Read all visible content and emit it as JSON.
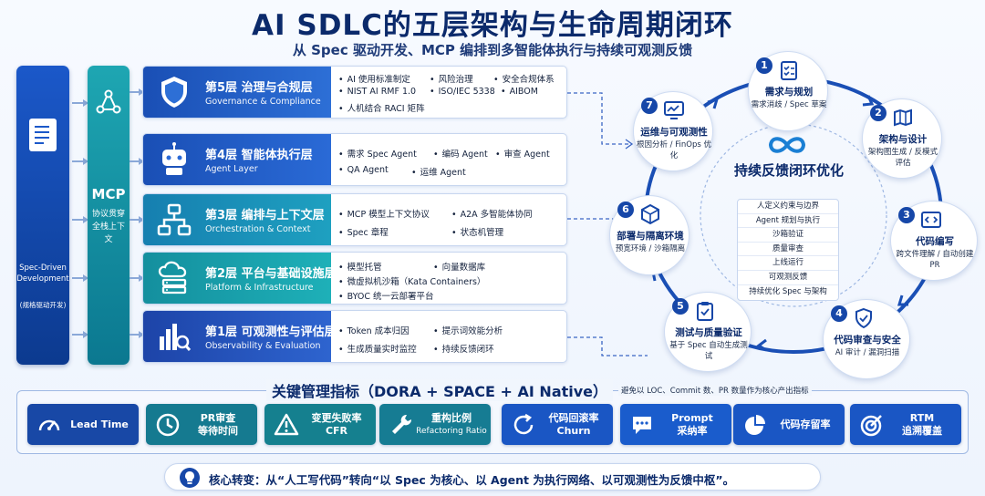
{
  "title": "AI SDLC的五层架构与生命周期闭环",
  "subtitle": "从 Spec 驱动开发、MCP 编排到多智能体执行与持续可观测反馈",
  "spec_bar": {
    "label_en": "Spec-Driven Development",
    "label_zh": "(规格驱动开发)",
    "icon": "document-icon"
  },
  "mcp_bar": {
    "label": "MCP",
    "desc": "协议贯穿全栈上下文",
    "icon": "network-icon"
  },
  "layers": [
    {
      "name": "第5层 治理与合规层",
      "sub": "Governance & Compliance",
      "icon": "shield-icon",
      "color": "#1a4fb5",
      "items": [
        "AI 使用标准制定",
        "风险治理",
        "安全合规体系",
        "NIST AI RMF 1.0",
        "ISO/IEC 5338",
        "AIBOM",
        "人机结合 RACI 矩阵"
      ]
    },
    {
      "name": "第4层 智能体执行层",
      "sub": "Agent Layer",
      "icon": "robot-icon",
      "color": "#1a56c4",
      "items": [
        "需求 Spec Agent",
        "编码 Agent",
        "审查 Agent",
        "QA Agent",
        "运维 Agent"
      ]
    },
    {
      "name": "第3层 编排与上下文层",
      "sub": "Orchestration & Context",
      "icon": "hierarchy-icon",
      "color": "#1a8fb0",
      "items": [
        "MCP 模型上下文协议",
        "A2A 多智能体协同",
        "Spec 章程",
        "状态机管理"
      ]
    },
    {
      "name": "第2层 平台与基础设施层",
      "sub": "Platform & Infrastructure",
      "icon": "cloud-server-icon",
      "color": "#169aa6",
      "items": [
        "模型托管",
        "向量数据库",
        "微虚拟机沙箱（Kata Containers）",
        "BYOC 统一云部署平台"
      ]
    },
    {
      "name": "第1层 可观测性与评估层",
      "sub": "Observability & Evaluation",
      "icon": "chart-search-icon",
      "color": "#2a4fb0",
      "items": [
        "Token 成本归因",
        "提示词效能分析",
        "生成质量实时监控",
        "持续反馈闭环"
      ]
    }
  ],
  "cycle": {
    "center_title": "持续反馈闭环优化",
    "center_icon": "infinity-icon",
    "center_items": [
      "人定义约束与边界",
      "Agent 规划与执行",
      "沙箱验证",
      "质量审查",
      "上线运行",
      "可观测反馈",
      "持续优化 Spec 与架构"
    ],
    "nodes": [
      {
        "num": "1",
        "title": "需求与规划",
        "desc": "需求消歧 / Spec 草案",
        "icon": "checklist-icon"
      },
      {
        "num": "2",
        "title": "架构与设计",
        "desc": "架构图生成 / 反模式评估",
        "icon": "blueprint-icon"
      },
      {
        "num": "3",
        "title": "代码编写",
        "desc": "跨文件理解 / 自动创建 PR",
        "icon": "code-icon"
      },
      {
        "num": "4",
        "title": "代码审查与安全",
        "desc": "AI 审计 / 漏洞扫描",
        "icon": "shield-check-icon"
      },
      {
        "num": "5",
        "title": "测试与质量验证",
        "desc": "基于 Spec 自动生成测试",
        "icon": "clipboard-icon"
      },
      {
        "num": "6",
        "title": "部署与隔离环境",
        "desc": "预宽环境 / 沙箱隔离",
        "icon": "cube-icon"
      },
      {
        "num": "7",
        "title": "运维与可观测性",
        "desc": "根因分析 / FinOps 优化",
        "icon": "monitor-chart-icon"
      }
    ]
  },
  "metrics": {
    "title": "关键管理指标（DORA + SPACE + AI Native）",
    "note": "避免以 LOC、Commit 数、PR 数量作为核心产出指标",
    "items": [
      {
        "lines": [
          "Lead Time"
        ],
        "icon": "speedometer-icon",
        "color": "#1848a6"
      },
      {
        "lines": [
          "PR审查",
          "等待时间"
        ],
        "icon": "clock-icon",
        "color": "#157a90"
      },
      {
        "lines": [
          "变更失败率",
          "CFR"
        ],
        "icon": "warning-icon",
        "color": "#15808f"
      },
      {
        "lines": [
          "重构比例",
          "Refactoring Ratio"
        ],
        "icon": "wrench-icon",
        "color": "#167c93"
      },
      {
        "lines": [
          "代码回滚率",
          "Churn"
        ],
        "icon": "refresh-icon",
        "color": "#1a56c4"
      },
      {
        "lines": [
          "Prompt",
          "采纳率"
        ],
        "icon": "chat-icon",
        "color": "#1a5ccc"
      },
      {
        "lines": [
          "代码存留率"
        ],
        "icon": "pie-icon",
        "color": "#1a56c4"
      },
      {
        "lines": [
          "RTM",
          "追溯覆盖"
        ],
        "icon": "target-icon",
        "color": "#1a56c4"
      }
    ]
  },
  "core": {
    "text": "核心转变：从“人工写代码”转向“以 Spec 为核心、以 Agent 为执行网络、以可观测性为反馈中枢”。",
    "icon": "bulb-icon"
  }
}
